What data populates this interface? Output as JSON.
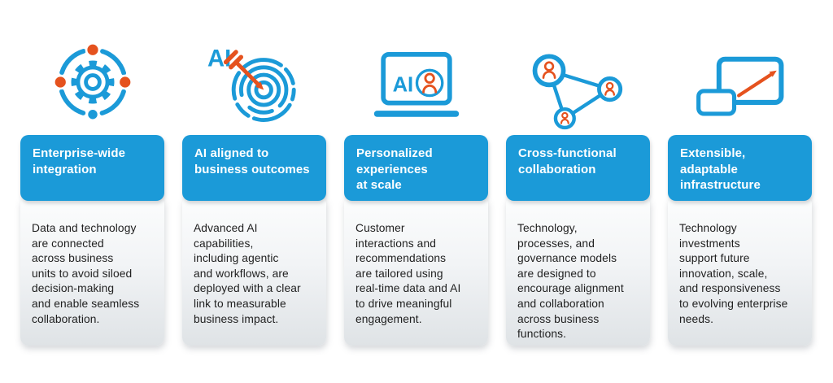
{
  "page": {
    "background": "#ffffff"
  },
  "colors": {
    "accent_blue": "#1b9ad8",
    "accent_orange": "#e5521e",
    "body_text": "#1f1f1f",
    "card_gradient_top": "#fcfdfd",
    "card_gradient_bottom": "#dfe3e6"
  },
  "columns": [
    {
      "icon": "integration-orbit-gear-icon",
      "title": "Enterprise-wide\nintegration",
      "body": "Data and technology\nare connected\nacross business\nunits to avoid siloed\ndecision-making\nand enable seamless\ncollaboration."
    },
    {
      "icon": "ai-target-dart-icon",
      "icon_text": "AI",
      "title": "AI aligned to\nbusiness outcomes",
      "body": "Advanced AI\ncapabilities,\nincluding agentic\nand workflows, are\ndeployed with a clear\nlink to measurable\nbusiness impact."
    },
    {
      "icon": "laptop-ai-person-icon",
      "icon_text": "AI",
      "title": "Personalized\nexperiences\nat scale",
      "body": "Customer\ninteractions and\nrecommendations\nare tailored using\nreal-time data and AI\nto drive meaningful\nengagement."
    },
    {
      "icon": "people-network-icon",
      "title": "Cross-functional\ncollaboration",
      "body": "Technology,\nprocesses, and\ngovernance models\nare designed to\nencourage alignment\nand collaboration\nacross business\nfunctions."
    },
    {
      "icon": "expanding-screens-arrow-icon",
      "title": "Extensible,\nadaptable\ninfrastructure",
      "body": "Technology\ninvestments\nsupport future\ninnovation, scale,\nand responsiveness\nto evolving enterprise\nneeds."
    }
  ]
}
